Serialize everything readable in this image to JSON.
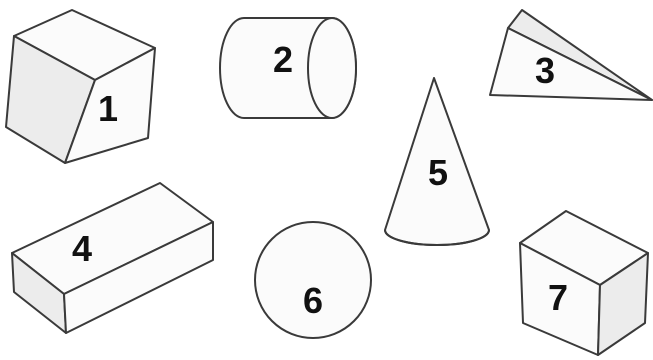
{
  "shapes": [
    {
      "id": "cube",
      "label": "1"
    },
    {
      "id": "cylinder",
      "label": "2"
    },
    {
      "id": "triangular-pyramid",
      "label": "3"
    },
    {
      "id": "rectangular-prism",
      "label": "4"
    },
    {
      "id": "cone",
      "label": "5"
    },
    {
      "id": "sphere",
      "label": "6"
    },
    {
      "id": "cuboid",
      "label": "7"
    }
  ]
}
